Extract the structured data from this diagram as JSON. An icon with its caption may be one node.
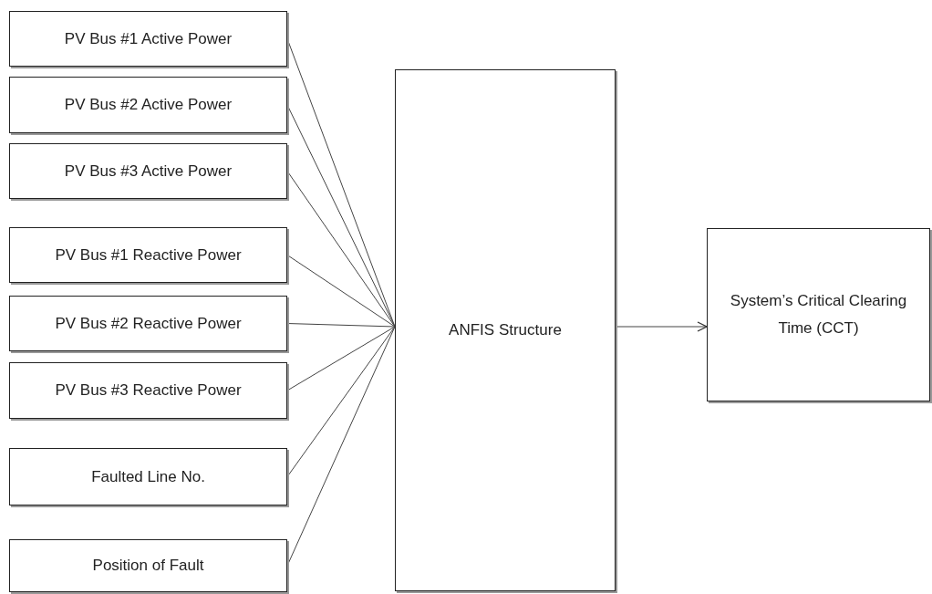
{
  "diagram": {
    "nodes": [
      {
        "text": [
          "PV Bus #1 Active Power"
        ]
      },
      {
        "text": [
          "PV Bus #2 Active Power"
        ]
      },
      {
        "text": [
          "PV Bus #3 Active Power"
        ]
      },
      {
        "text": [
          "PV Bus #1 Reactive Power"
        ]
      },
      {
        "text": [
          "PV Bus #2 Reactive Power"
        ]
      },
      {
        "text": [
          "PV Bus #3 Reactive Power"
        ]
      },
      {
        "text": [
          "Faulted Line No."
        ]
      },
      {
        "text": [
          "Position of Fault"
        ]
      },
      {
        "text": [
          "ANFIS Structure"
        ]
      },
      {
        "text": [
          "System’s Critical Clearing Time (CCT)"
        ]
      }
    ],
    "edges": [
      {
        "from": 0,
        "to": 8,
        "arrow": "none"
      },
      {
        "from": 1,
        "to": 8,
        "arrow": "none"
      },
      {
        "from": 2,
        "to": 8,
        "arrow": "none"
      },
      {
        "from": 3,
        "to": 8,
        "arrow": "none"
      },
      {
        "from": 4,
        "to": 8,
        "arrow": "none"
      },
      {
        "from": 5,
        "to": 8,
        "arrow": "none"
      },
      {
        "from": 6,
        "to": 8,
        "arrow": "none"
      },
      {
        "from": 7,
        "to": 8,
        "arrow": "none"
      },
      {
        "from": 8,
        "to": 9,
        "arrow": "to"
      }
    ]
  }
}
